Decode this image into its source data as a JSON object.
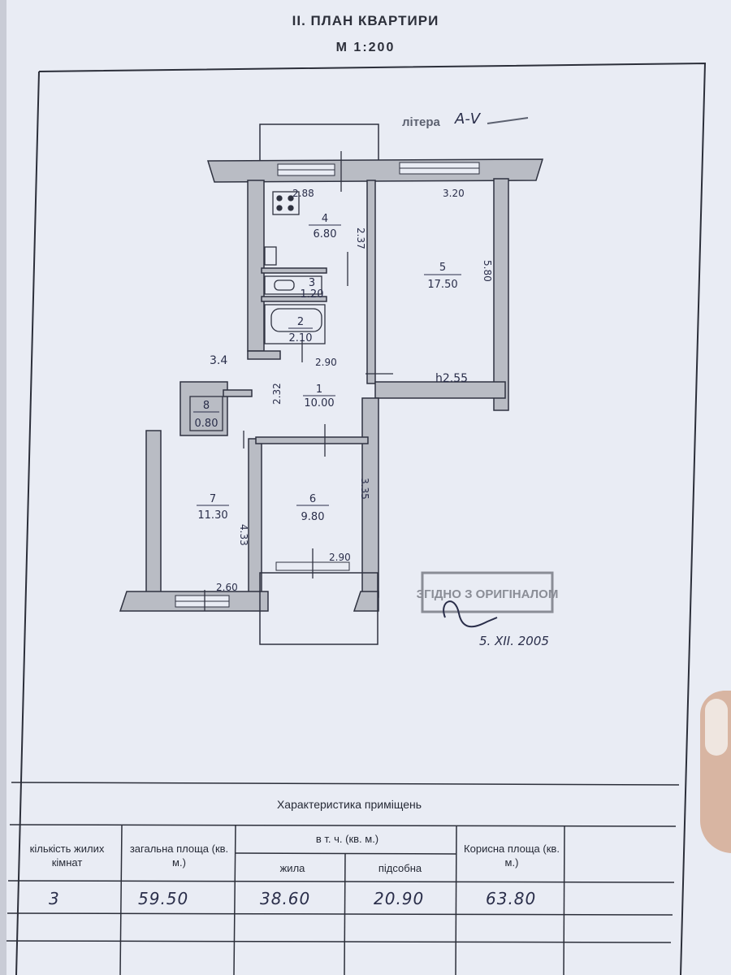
{
  "header": {
    "title": "II. ПЛАН КВАРТИРИ",
    "scale": "М 1:200"
  },
  "stamp_header": {
    "label": "літера",
    "value": "А-V"
  },
  "rooms": [
    {
      "num": "1",
      "area": "10.00"
    },
    {
      "num": "2",
      "area": "2.10"
    },
    {
      "num": "3",
      "area": "1.20"
    },
    {
      "num": "4",
      "area": "6.80"
    },
    {
      "num": "5",
      "area": "17.50"
    },
    {
      "num": "6",
      "area": "9.80"
    },
    {
      "num": "7",
      "area": "11.30"
    },
    {
      "num": "8",
      "area": "0.80"
    }
  ],
  "dimensions": {
    "d288": "2.88",
    "d237": "2.37",
    "d320": "3.20",
    "d580": "5.80",
    "d290a": "2.90",
    "d232": "2.32",
    "d34": "3.4",
    "h255": "h2.55",
    "d335": "3.35",
    "d433": "4.33",
    "d290b": "2.90",
    "d260": "2.60"
  },
  "certification": {
    "stamp": "ЗГІДНО З ОРИГІНАЛОМ",
    "date": "5. XII. 2005"
  },
  "table": {
    "title": "Характеристика приміщень",
    "headers": {
      "rooms_count": "кількість жилих кімнат",
      "total_area": "загальна площа (кв. м.)",
      "including": "в т. ч. (кв. м.)",
      "living": "жила",
      "auxiliary": "підсобна",
      "useful_area": "Корисна площа (кв. м.)"
    },
    "row": {
      "rooms_count": "3",
      "total_area": "59.50",
      "living": "38.60",
      "auxiliary": "20.90",
      "useful_area": "63.80"
    }
  }
}
